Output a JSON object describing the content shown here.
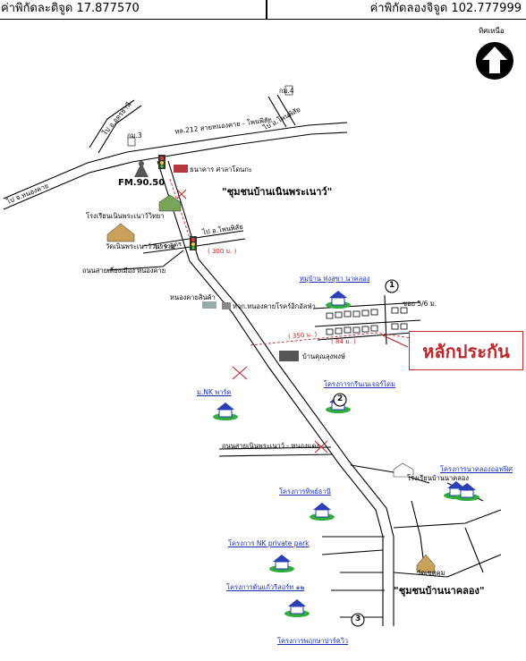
{
  "header": {
    "latitude": "ค่าพิกัดละติจูด 17.877570",
    "longitude": "ค่าพิกัดลองจิจูด 102.777999"
  },
  "north_label": "ทิศเหนือ",
  "roads": {
    "h212": "ทล.212 สายหนองคาย - โพนพิสัย",
    "to_phonphisai_top": "ไป อ.โพนพิสัย",
    "to_udon": "ไป อ.อุดรธานี",
    "to_nongkhai": "ไป จ.หนองคาย",
    "to_phonphisai_mid": "ไป อ.โพนพิสัย",
    "to_udon_mid": "ไป จ.อุดร",
    "bypass": "ถนนสายเลี่ยงเมือง หนองคาย",
    "soi": "ซอย 5/6 ม.",
    "nernphra_road": "ถนนสายเนินพระเนาว์ - หนองแดง"
  },
  "km": {
    "km3": "กม.3",
    "km4": "กม.4"
  },
  "places": {
    "fm": "FM.90.50",
    "bank": "ธนาคาร ศาลาโดนกะ",
    "school_nern": "โรงเรียนเนินพระเนาว์วิทยา",
    "temp_nern": "วัดเนินพระเนาว์วนาราม",
    "warehouse": "หนองคายสินค้า",
    "shop": "หจก.หนองคายโรคร์อิกอัลฟ่า",
    "house_poomj": "บ้านคุณลุงพงษ์",
    "school_nakhlong": "โรงเรียนบ้านนาคลอง",
    "temple_south": "วัดเขตุคุม"
  },
  "communities": {
    "nern": "\"ชุมชนบ้านเนินพระเนาว์\"",
    "nakhlong": "\"ชุมชนบ้านนาคลอง\""
  },
  "distances": {
    "d1": "( 300 ม. )",
    "d2": "( 350 ม. )",
    "d3": "( 84 ม. )"
  },
  "projects": {
    "p1": "หมู่บ้าน ทุ่งสุขา นาคลอง",
    "p2": "โครงการกรีนเนเจอร์ไดม",
    "nk_park": "ม.NK พาร์ค",
    "green": "โครงการนาคลองออฟฟิศ",
    "tip": "โครงการทิพย์ธานี",
    "nk_private": "โครงการ NK private park",
    "tonkaew": "โครงการต้นแก้วรีสอร์ท ๑๒",
    "p3": "โครงการพฤกษาปาร์ควิว"
  },
  "markers": {
    "m1": "1",
    "m2": "2",
    "m3": "3"
  },
  "collateral_label": "หลักประกัน",
  "colors": {
    "road": "#000000",
    "accent_red": "#c0272d",
    "link_blue": "#1a2fb0",
    "house_green": "#2fae3c",
    "house_blue": "#2b3fb7"
  },
  "icons": {
    "north": "north-arrow-icon",
    "house": "house-icon",
    "traffic_light": "traffic-light-icon",
    "antenna": "antenna-icon"
  }
}
